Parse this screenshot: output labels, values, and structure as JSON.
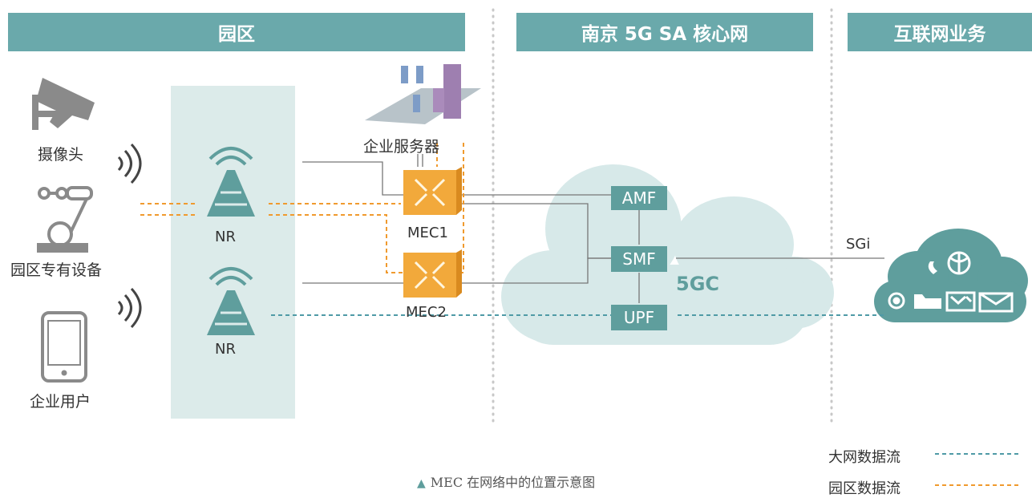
{
  "zones": {
    "campus": "园区",
    "core": "南京 5G SA 核心网",
    "internet": "互联网业务"
  },
  "devices": {
    "camera": "摄像头",
    "campus_equipment": "园区专有设备",
    "enterprise_user": "企业用户",
    "enterprise_server": "企业服务器"
  },
  "radio": {
    "nr_top": "NR",
    "nr_bottom": "NR"
  },
  "edge": {
    "mec1": "MEC1",
    "mec2": "MEC2"
  },
  "core_functions": {
    "amf": "AMF",
    "smf": "SMF",
    "upf": "UPF",
    "cloud_label": "5GC"
  },
  "interface": {
    "sgi": "SGi"
  },
  "legend": {
    "internet_flow": "大网数据流",
    "campus_flow": "园区数据流"
  },
  "caption": "MEC 在网络中的位置示意图",
  "colors": {
    "header": "#6aa9ab",
    "node": "#5f9e9d",
    "cloud": "#d7e9e9",
    "internet_cloud": "#5f9e9d",
    "campus_panel": "#dcebea",
    "internet_flow_line": "#4f9aa6",
    "campus_flow_line": "#f09a2e",
    "mec": "#f2a93b"
  }
}
